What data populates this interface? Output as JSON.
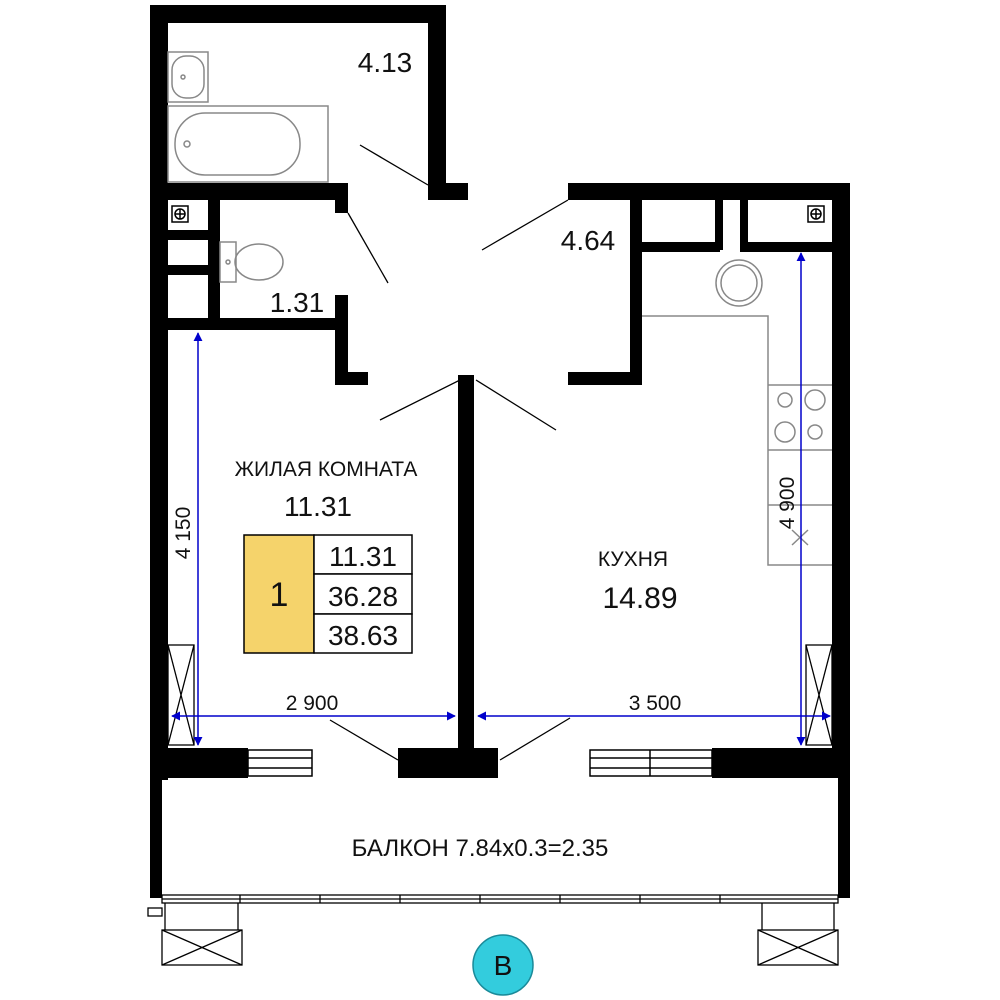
{
  "rooms": {
    "bathroom_area": "4.13",
    "toilet_area": "1.31",
    "hall_area": "4.64",
    "living_name": "ЖИЛАЯ КОМНАТА",
    "living_area": "11.31",
    "kitchen_name": "КУХНЯ",
    "kitchen_area": "14.89",
    "balcony_label": "БАЛКОН 7.84x0.3=2.35"
  },
  "summary": {
    "rooms_count": "1",
    "living_total": "11.31",
    "total_area": "36.28",
    "total_with_balcony": "38.63"
  },
  "dimensions": {
    "living_width": "2 900",
    "kitchen_width": "3 500",
    "living_depth": "4 150",
    "kitchen_depth": "4 900"
  },
  "section_marker": "В",
  "colors": {
    "wall": "#000000",
    "dimension_line": "#0000cc",
    "summary_fill": "#f5d36b",
    "marker_fill": "#33ccdd",
    "fixture": "#888888"
  }
}
